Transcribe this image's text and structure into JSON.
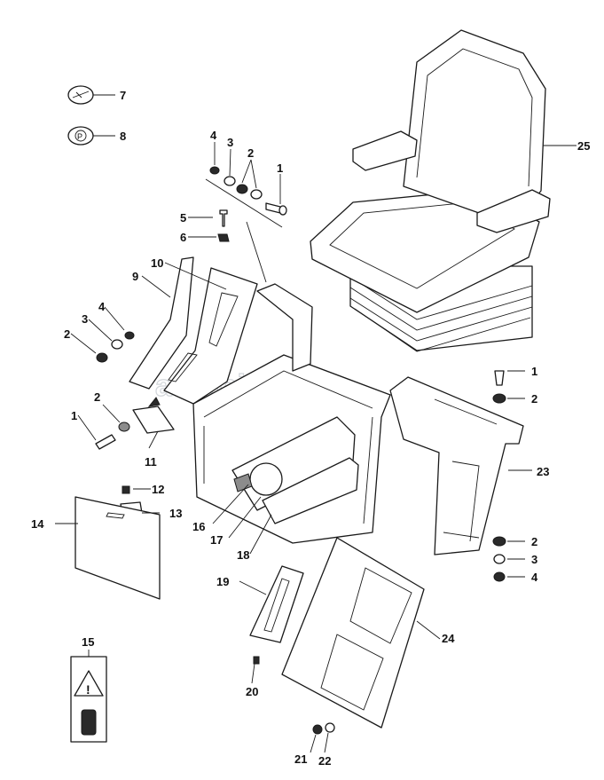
{
  "watermark": "autopiter.ru",
  "callouts": [
    {
      "id": "c7a",
      "label": "7"
    },
    {
      "id": "c8a",
      "label": "8"
    },
    {
      "id": "c4a",
      "label": "4"
    },
    {
      "id": "c3a",
      "label": "3"
    },
    {
      "id": "c2a",
      "label": "2"
    },
    {
      "id": "c1a",
      "label": "1"
    },
    {
      "id": "c5a",
      "label": "5"
    },
    {
      "id": "c6a",
      "label": "6"
    },
    {
      "id": "c10a",
      "label": "10"
    },
    {
      "id": "c9a",
      "label": "9"
    },
    {
      "id": "c4b",
      "label": "4"
    },
    {
      "id": "c3b",
      "label": "3"
    },
    {
      "id": "c2b",
      "label": "2"
    },
    {
      "id": "c2c",
      "label": "2"
    },
    {
      "id": "c1b",
      "label": "1"
    },
    {
      "id": "c11a",
      "label": "11"
    },
    {
      "id": "c12a",
      "label": "12"
    },
    {
      "id": "c13a",
      "label": "13"
    },
    {
      "id": "c14a",
      "label": "14"
    },
    {
      "id": "c16a",
      "label": "16"
    },
    {
      "id": "c17a",
      "label": "17"
    },
    {
      "id": "c18a",
      "label": "18"
    },
    {
      "id": "c19a",
      "label": "19"
    },
    {
      "id": "c15a",
      "label": "15"
    },
    {
      "id": "c20a",
      "label": "20"
    },
    {
      "id": "c21a",
      "label": "21"
    },
    {
      "id": "c22a",
      "label": "22"
    },
    {
      "id": "c25a",
      "label": "25"
    },
    {
      "id": "c1c",
      "label": "1"
    },
    {
      "id": "c2d",
      "label": "2"
    },
    {
      "id": "c23a",
      "label": "23"
    },
    {
      "id": "c2e",
      "label": "2"
    },
    {
      "id": "c3c",
      "label": "3"
    },
    {
      "id": "c4c",
      "label": "4"
    },
    {
      "id": "c24a",
      "label": "24"
    }
  ]
}
